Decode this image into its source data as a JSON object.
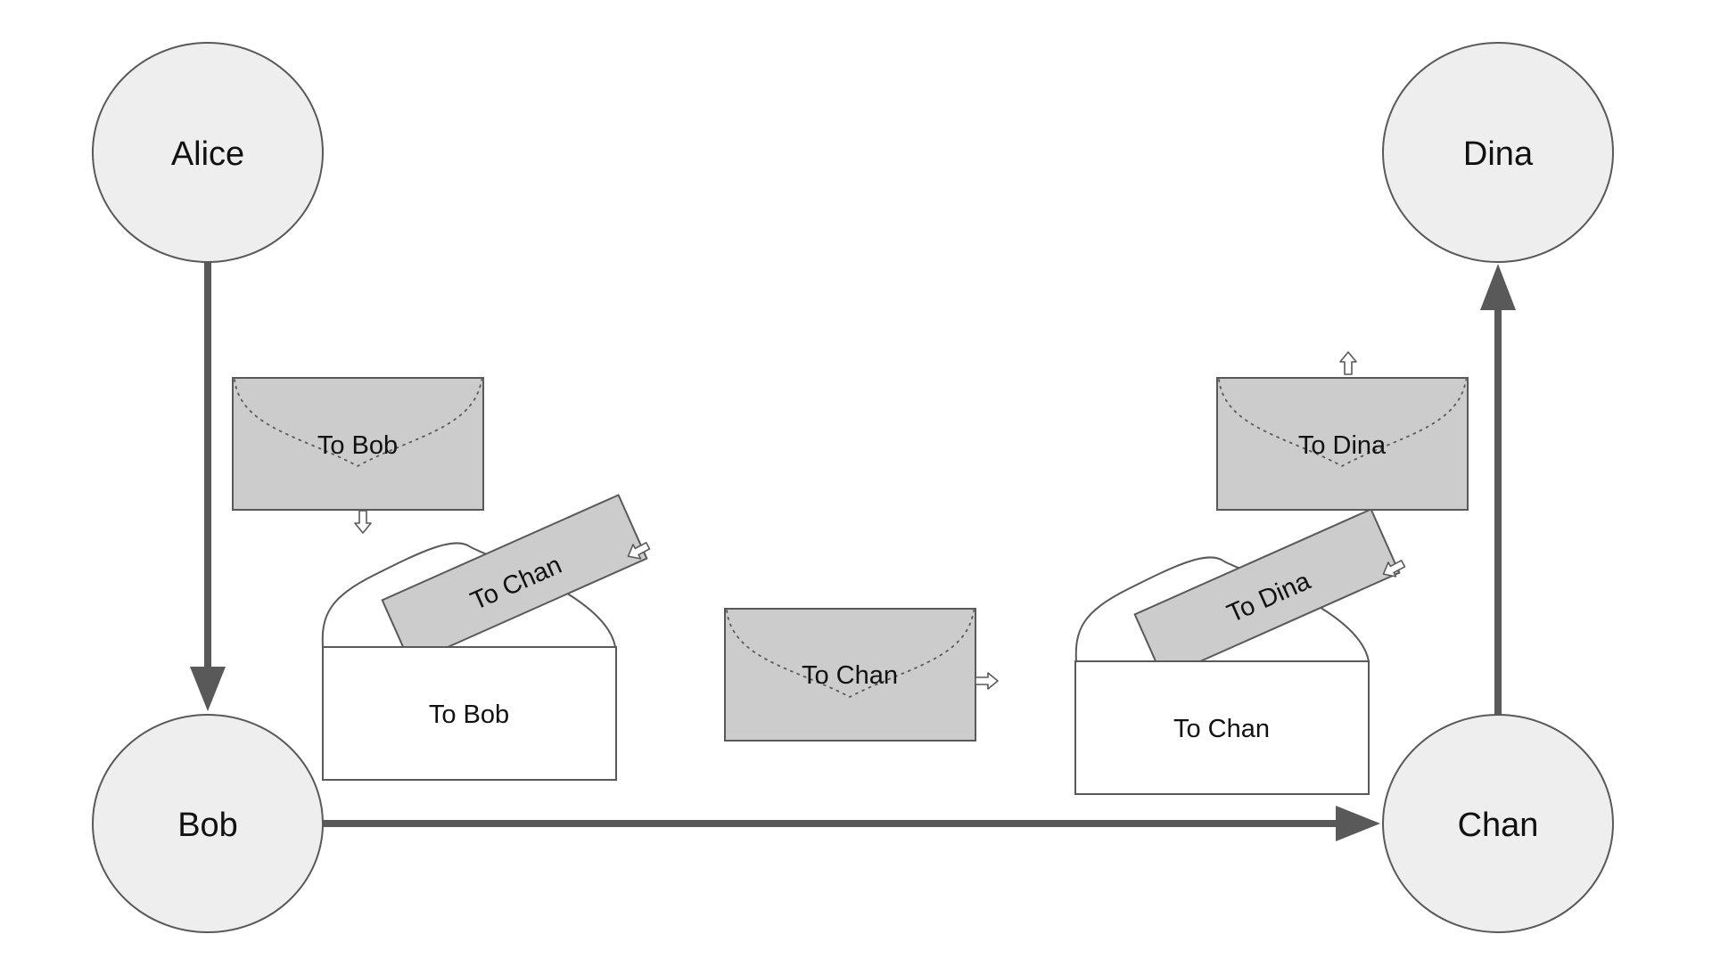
{
  "colors": {
    "node_fill": "#eeeeee",
    "stroke": "#595959",
    "envelope_fill": "#cccccc",
    "open_envelope_fill": "#ffffff",
    "edge": "#595959"
  },
  "nodes": {
    "alice": "Alice",
    "bob": "Bob",
    "chan": "Chan",
    "dina": "Dina"
  },
  "envelopes": {
    "to_bob_sealed": "To Bob",
    "to_bob_open_outer": "To Bob",
    "to_chan_inner_1": "To Chan",
    "to_chan_sealed": "To Chan",
    "to_chan_open_outer": "To Chan",
    "to_dina_inner": "To Dina",
    "to_dina_sealed": "To Dina"
  },
  "icons": {
    "motion_arrow": "hollow-arrow-icon"
  }
}
